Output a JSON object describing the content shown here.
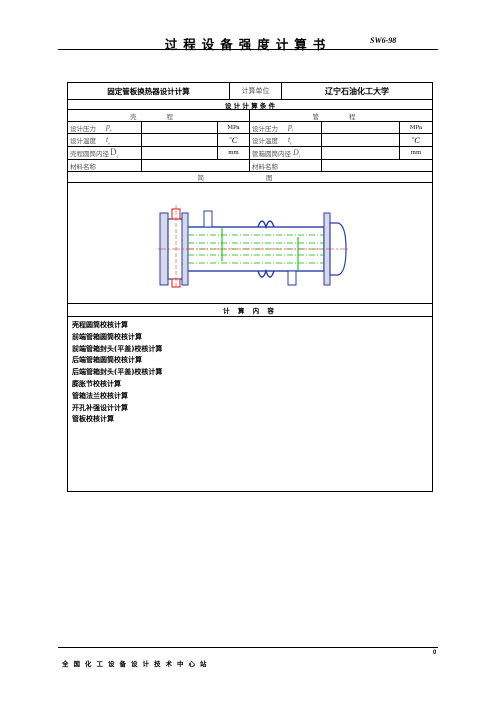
{
  "header": {
    "title": "过程设备强度计算书",
    "code": "SW6-98"
  },
  "form": {
    "title": "固定管板换热器设计计算",
    "unit_label": "计算单位",
    "unit_value": "辽宁石油化工大学",
    "design_conditions": "设 计 计 算 条 件",
    "shell_side": "壳 程",
    "tube_side": "管 程",
    "rows": [
      {
        "left_label": "设计压力",
        "left_sym": "p",
        "left_sub": "s",
        "left_unit": "MPa",
        "right_label": "设计压力",
        "right_sym": "p",
        "right_sub": "t",
        "right_unit": "MPa"
      },
      {
        "left_label": "设计温度",
        "left_sym": "t",
        "left_sub": "s",
        "left_unit": "C",
        "right_label": "设计温度",
        "right_sym": "t",
        "right_sub": "t",
        "right_unit": "C"
      },
      {
        "left_label": "壳程圆筒内径",
        "left_sym": "D",
        "left_sub": "i",
        "left_unit": "mm",
        "right_label": "管箱圆筒内径",
        "right_sym": "D",
        "right_sub": "i",
        "right_unit": "mm"
      },
      {
        "left_label": "材料名称",
        "right_label": "材料名称"
      }
    ],
    "sketch_label": "简 图",
    "calc_content_label": "计 算 内 容",
    "calc_items": [
      "壳程圆筒校核计算",
      "前端管箱圆筒校核计算",
      "前端管箱封头(平盖)校核计算",
      "后端管箱圆筒校核计算",
      "后端管箱封头(平盖)校核计算",
      "膨胀节校核计算",
      "管箱法兰校核计算",
      "开孔补强设计计算",
      "管板校核计算"
    ]
  },
  "footer": {
    "text": "全国化工设备设计技术中心站",
    "page": "0"
  },
  "colors": {
    "drawing_blue": "#2a3ea8",
    "drawing_green": "#00b800",
    "drawing_red": "#d81818",
    "drawing_fill": "#d8d8e8"
  }
}
